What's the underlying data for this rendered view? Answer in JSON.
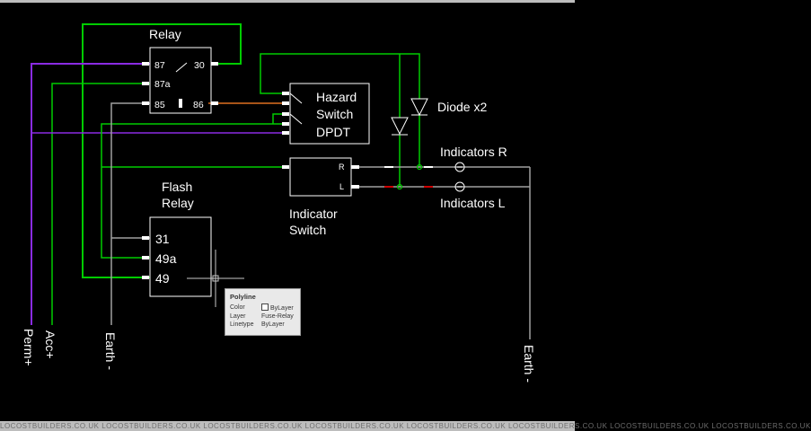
{
  "diagram": {
    "relay": {
      "title": "Relay",
      "pins": {
        "p87": "87",
        "p30": "30",
        "p87a": "87a",
        "p85": "85",
        "p86": "86"
      }
    },
    "hazard_switch": {
      "line1": "Hazard",
      "line2": "Switch",
      "line3": "DPDT"
    },
    "diode_label": "Diode x2",
    "indicators_r": "Indicators R",
    "indicators_l": "Indicators L",
    "indicator_switch": {
      "line1": "Indicator",
      "line2": "Switch",
      "r": "R",
      "l": "L"
    },
    "flash_relay": {
      "line1": "Flash",
      "line2": "Relay",
      "pins": {
        "p31": "31",
        "p49a": "49a",
        "p49": "49"
      }
    },
    "bottom_labels": {
      "perm": "Perm+",
      "acc": "Acc+",
      "earth_left": "Earth -",
      "earth_right": "Earth -"
    },
    "colors": {
      "green": "#00cc00",
      "purple": "#8a2be2",
      "grey": "#a0a0a0",
      "orange": "#e07020",
      "red": "#cc0000",
      "white": "#ffffff"
    }
  },
  "tooltip": {
    "title": "Polyline",
    "rows": [
      {
        "key": "Color",
        "value": "ByLayer"
      },
      {
        "key": "Layer",
        "value": "Fuse-Relay"
      },
      {
        "key": "Linetype",
        "value": "ByLayer"
      }
    ]
  },
  "watermark": "LOCOSTBUILDERS.CO.UK   LOCOSTBUILDERS.CO.UK   LOCOSTBUILDERS.CO.UK   LOCOSTBUILDERS.CO.UK   LOCOSTBUILDERS.CO.UK   LOCOSTBUILDERS.CO.UK   LOCOSTBUILDERS.CO.UK   LOCOSTBUILDERS.CO.UK"
}
